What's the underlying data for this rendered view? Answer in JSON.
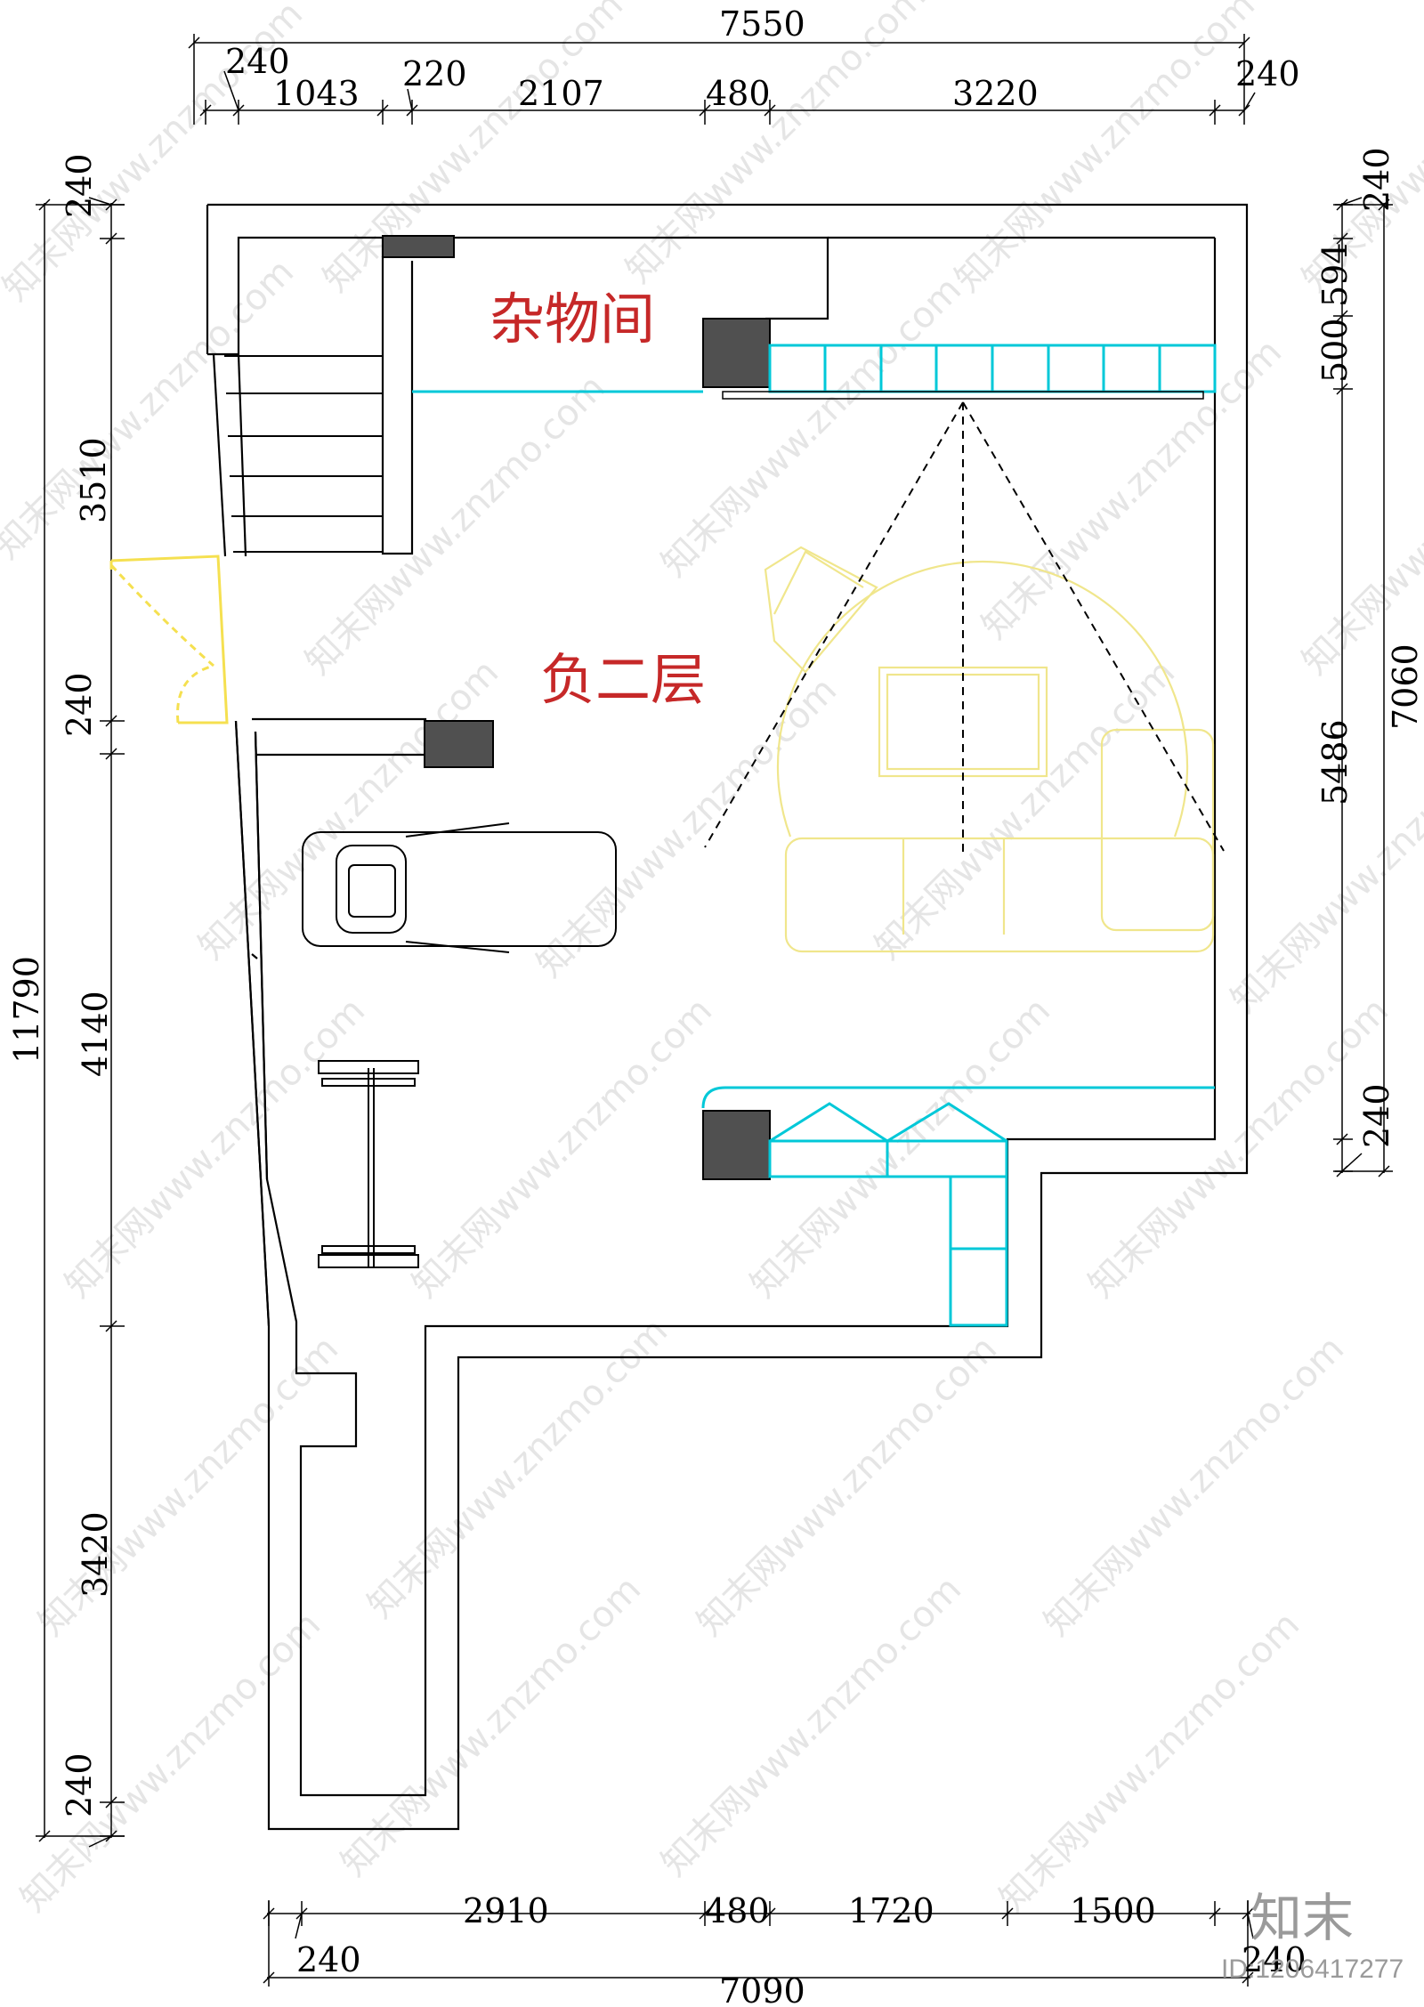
{
  "rooms": {
    "storage_room": "杂物间",
    "basement_level": "负二层"
  },
  "dimensions": {
    "top_total": "7550",
    "top_segments": [
      "240",
      "1043",
      "220",
      "2107",
      "480",
      "3220",
      "240"
    ],
    "left_total": "11790",
    "left_segments": [
      "240",
      "3510",
      "240",
      "4140",
      "3420",
      "240"
    ],
    "right_total": "7060",
    "right_segments": [
      "240",
      "594",
      "500",
      "5486",
      "240"
    ],
    "bottom_total": "7090",
    "bottom_segments": [
      "240",
      "2910",
      "480",
      "1720",
      "1500",
      "240"
    ]
  },
  "watermark": {
    "text": "知末网www.znzmo.com",
    "logo": "知末",
    "id": "ID:1206417277"
  },
  "colors": {
    "wall": "#000000",
    "column": "#505050",
    "cabinet": "#00c8d8",
    "furniture": "#f0e68c",
    "door": "#f5e050",
    "label": "#c62828"
  }
}
